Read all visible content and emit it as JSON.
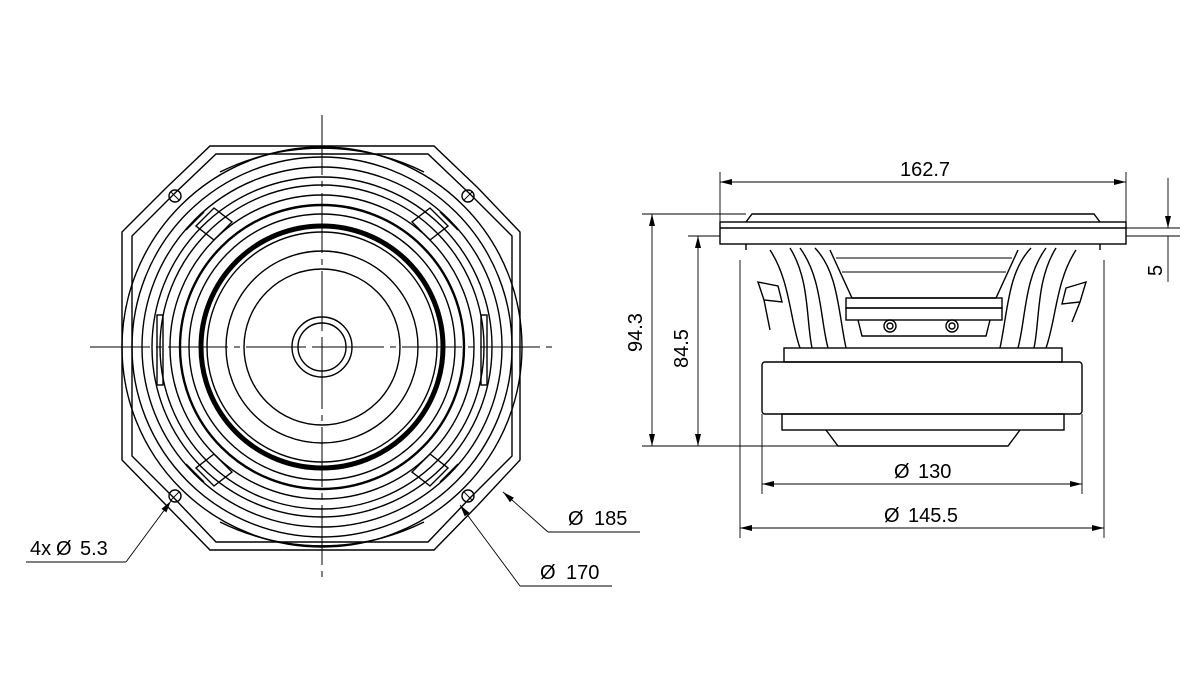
{
  "colors": {
    "line": "#000000",
    "background": "#ffffff"
  },
  "front_view": {
    "label_holes": "4x",
    "hole_diameter": "5.3",
    "bolt_circle_diameter": "185",
    "baffle_cutout_diameter": "170"
  },
  "side_view": {
    "overall_width": "162.7",
    "overall_depth": "94.3",
    "mounting_depth": "84.5",
    "flange_thickness": "5",
    "magnet_diameter": "130",
    "basket_diameter": "145.5"
  },
  "diameter_symbol": "Ø"
}
